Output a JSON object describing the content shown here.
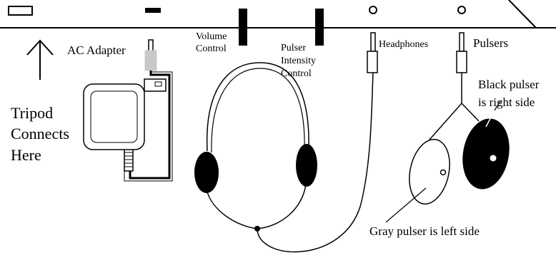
{
  "device": {
    "labels": {
      "volume_line1": "Volume",
      "volume_line2": "Control",
      "pulser_line1": "Pulser",
      "pulser_line2": "Intensity",
      "pulser_line3": "Control"
    }
  },
  "labels": {
    "ac_adapter": "AC Adapter",
    "headphones": "Headphones",
    "pulsers": "Pulsers",
    "tripod_line1": "Tripod",
    "tripod_line2": "Connects",
    "tripod_line3": "Here",
    "black_pulser_line1": "Black pulser",
    "black_pulser_line2": "is right side",
    "gray_pulser": "Gray pulser is left side"
  },
  "colors": {
    "ink": "#000000",
    "adapter_plug": "#c8c8c8",
    "background": "#ffffff"
  }
}
